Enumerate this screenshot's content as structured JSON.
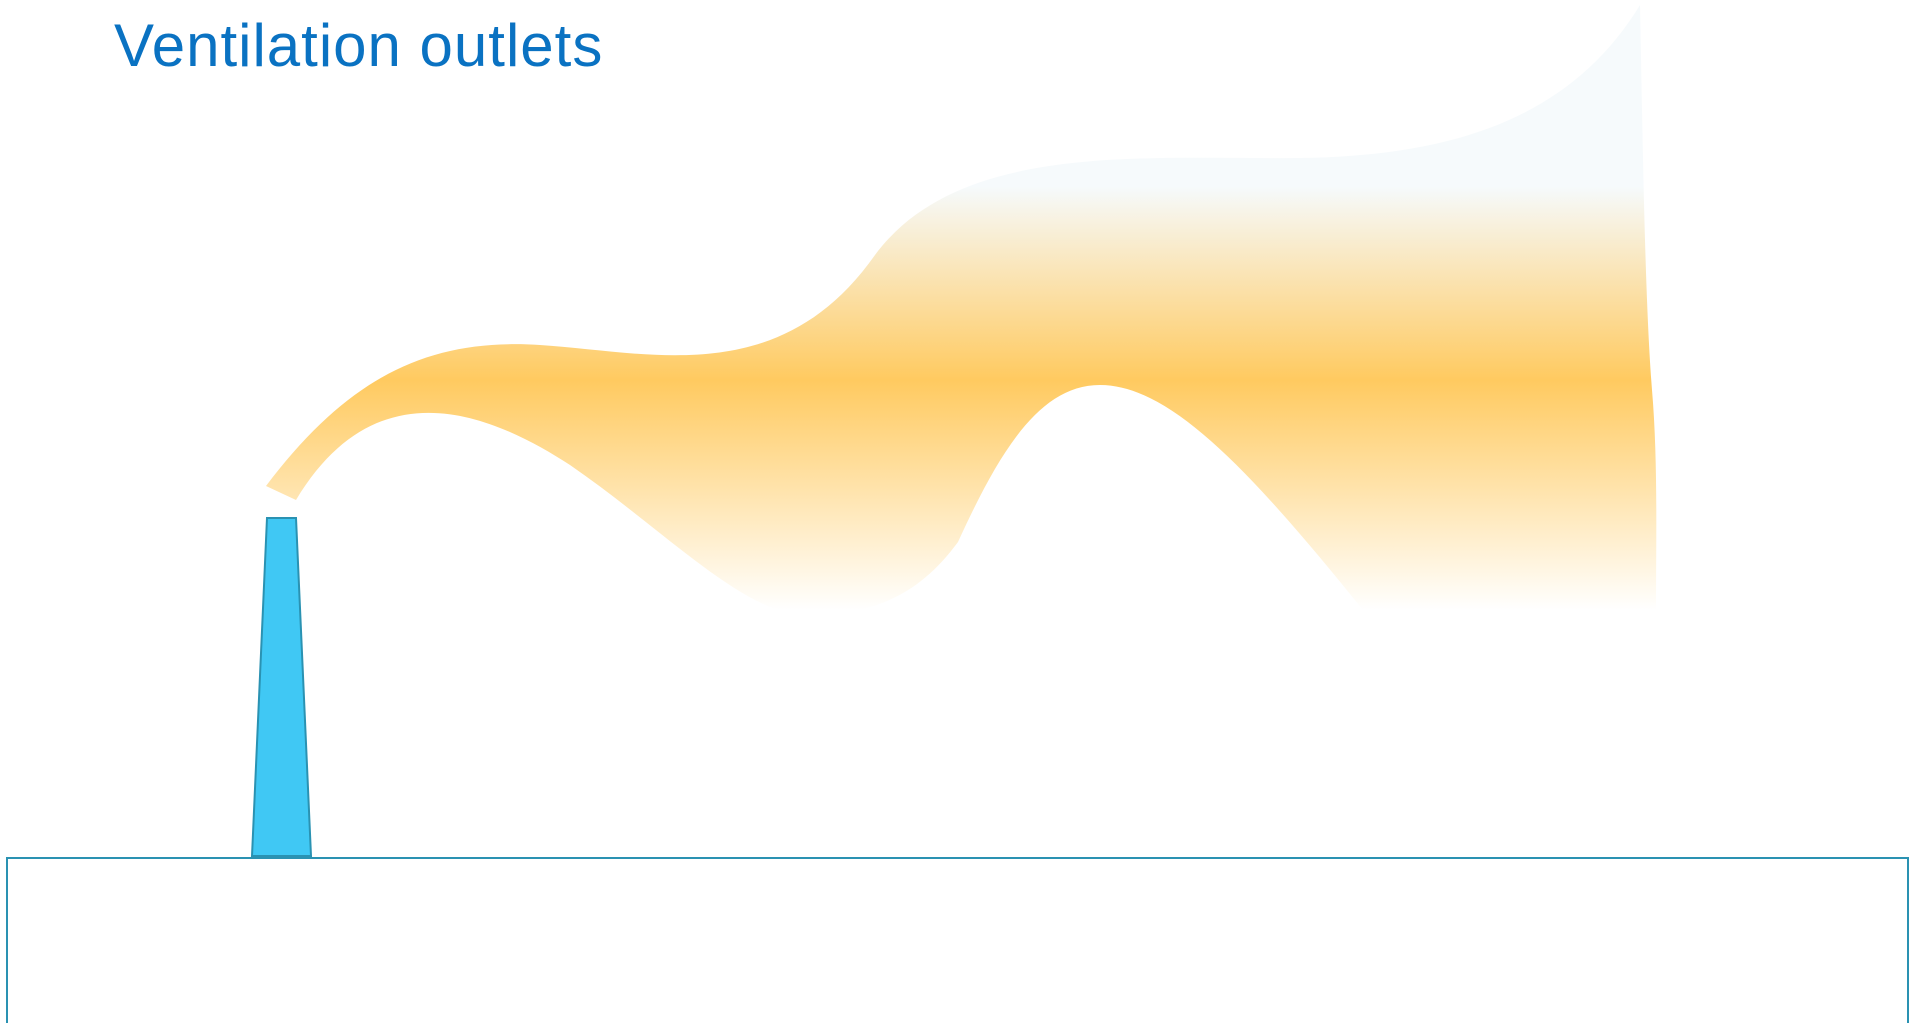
{
  "title": "Ventilation outlets",
  "colors": {
    "title": "#0a72c2",
    "chimney_fill": "#40c8f4",
    "chimney_stroke": "#2a92b2",
    "ground_stroke": "#2a92b2",
    "plume_core": "#ffca60",
    "plume_top": "#f6fafc",
    "plume_bottom": "#ffffff"
  },
  "icons": {
    "chimney": "chimney-icon",
    "plume": "exhaust-plume",
    "ground": "ground-line"
  }
}
